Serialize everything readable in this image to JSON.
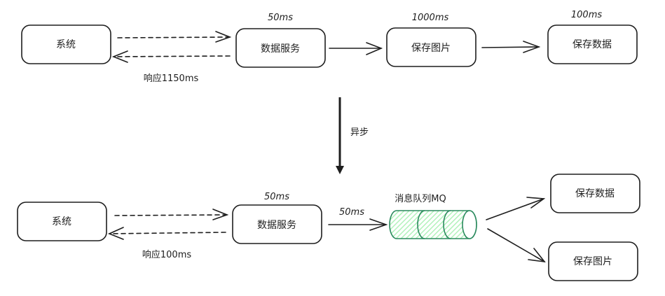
{
  "diagram": {
    "title_arrow_label": "异步",
    "colors": {
      "stroke": "#1e1e1e",
      "mq_stroke": "#2b8a5e",
      "mq_fill": "#b2f2bb"
    },
    "sync_flow": {
      "system_label": "系统",
      "data_service_label": "数据服务",
      "data_service_time": "50ms",
      "save_image_label": "保存图片",
      "save_image_time": "1000ms",
      "save_data_label": "保存数据",
      "save_data_time": "100ms",
      "response_label": "响应1150ms"
    },
    "async_flow": {
      "system_label": "系统",
      "data_service_label": "数据服务",
      "data_service_time": "50ms",
      "to_mq_time": "50ms",
      "mq_label": "消息队列MQ",
      "save_data_label": "保存数据",
      "save_image_label": "保存图片",
      "response_label": "响应100ms"
    }
  }
}
